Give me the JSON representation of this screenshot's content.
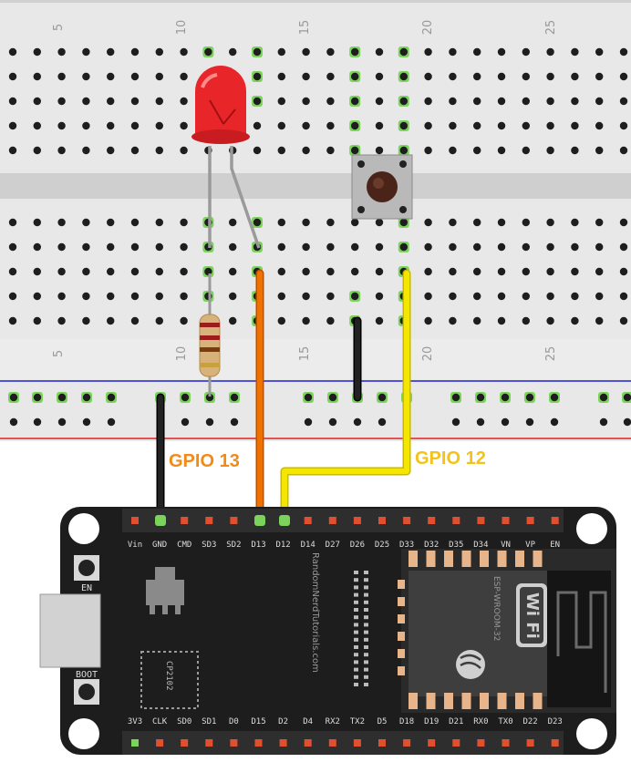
{
  "colors": {
    "breadboard": "#e8e8e8",
    "hole": "#1e1e1e",
    "hole_active": "#7bd35b",
    "rail_red": "#e02020",
    "rail_blue": "#2020d0",
    "board": "#1d1d1d",
    "wire_orange": "#f07000",
    "wire_yellow": "#f0e000",
    "wire_black": "#111111",
    "led": "#e8262a",
    "gpio13_label": "#f28a18",
    "gpio12_label": "#f2c318"
  },
  "breadboard": {
    "top_numbers": [
      "5",
      "10",
      "15",
      "20",
      "25"
    ],
    "bottom_numbers": [
      "5",
      "10",
      "15",
      "20",
      "25"
    ]
  },
  "labels": {
    "gpio13": "GPIO 13",
    "gpio12": "GPIO 12"
  },
  "esp32": {
    "top_pins": [
      "Vin",
      "GND",
      "CMD",
      "SD3",
      "SD2",
      "D13",
      "D12",
      "D14",
      "D27",
      "D26",
      "D25",
      "D33",
      "D32",
      "D35",
      "D34",
      "VN",
      "VP",
      "EN"
    ],
    "bottom_pins": [
      "3V3",
      "CLK",
      "SD0",
      "SD1",
      "D0",
      "D15",
      "D2",
      "D4",
      "RX2",
      "TX2",
      "D5",
      "D18",
      "D19",
      "D21",
      "RX0",
      "TX0",
      "D22",
      "D23"
    ],
    "en_label": "EN",
    "boot_label": "BOOT",
    "chip_label": "CP2102",
    "brand": "RandomNerdTutorials.com",
    "module": "ESP-WROOM-32",
    "wifi": "Wi Fi"
  }
}
